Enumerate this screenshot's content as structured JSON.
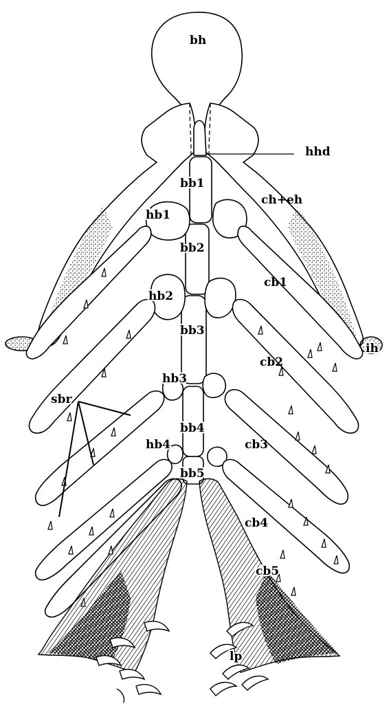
{
  "figure": {
    "labels": {
      "bh": "bh",
      "hhd": "hhd",
      "bb1": "bb1",
      "ch_eh": "ch+eh",
      "hb1": "hb1",
      "bb2": "bb2",
      "cb1": "cb1",
      "hb2": "hb2",
      "bb3": "bb3",
      "ih": "ih",
      "cb2": "cb2",
      "hb3": "hb3",
      "sbr": "sbr",
      "bb4": "bb4",
      "hb4": "hb4",
      "cb3": "cb3",
      "bb5": "bb5",
      "cb4": "cb4",
      "cb5": "cb5",
      "lp": "lp"
    }
  }
}
